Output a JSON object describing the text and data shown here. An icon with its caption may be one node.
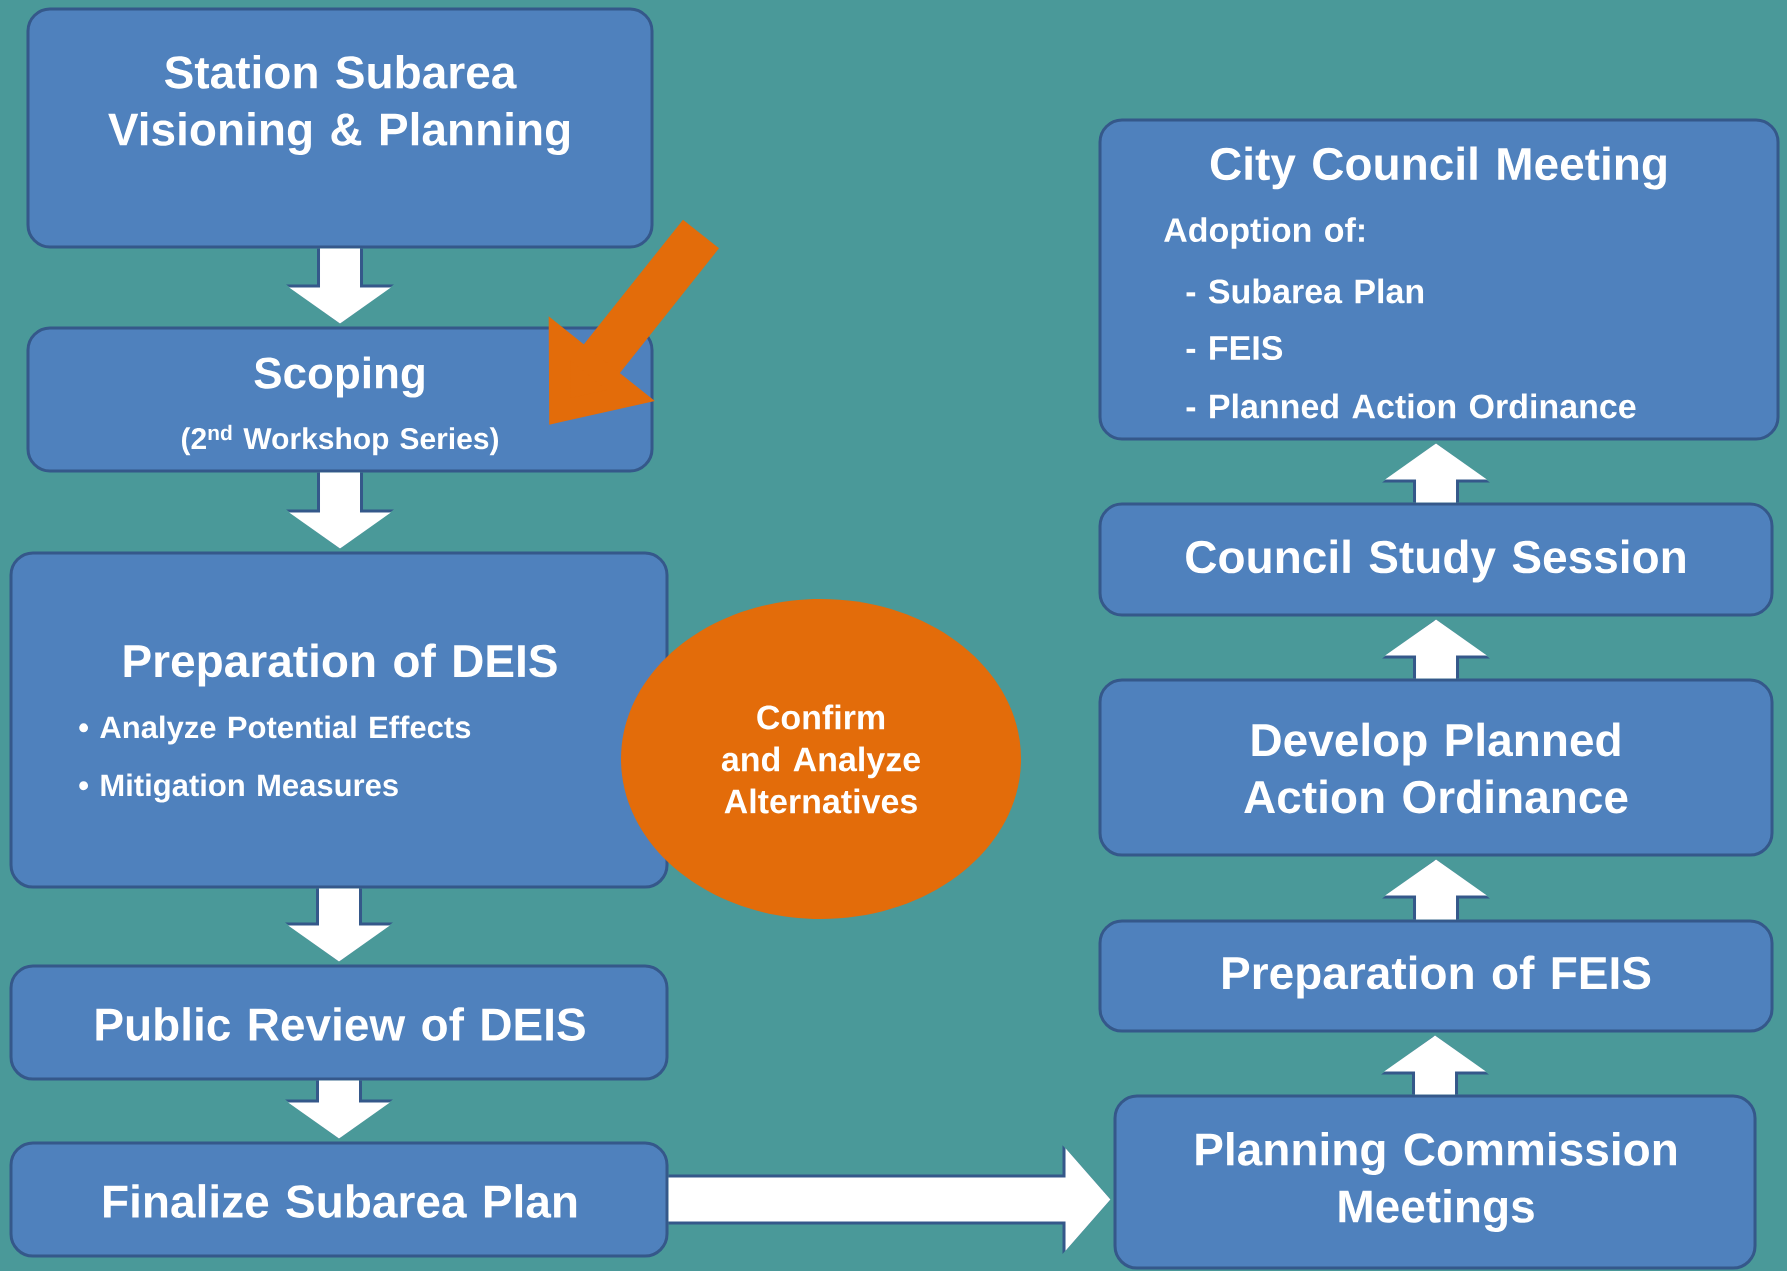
{
  "diagram": {
    "nodes": [
      {
        "text": [
          "Station Subarea Visioning & Planning"
        ]
      },
      {
        "text": [
          "Scoping",
          "(2$^{nd}$ Workshop Series)"
        ]
      },
      {
        "text": [
          "Preparation of DEIS",
          "• Analyze Potential Effects",
          "• Mitigation Measures"
        ]
      },
      {
        "text": [
          "Confirm and Analyze Alternatives"
        ]
      },
      {
        "text": [
          "Public Review of DEIS"
        ]
      },
      {
        "text": [
          "Finalize Subarea Plan"
        ]
      },
      {
        "text": [
          "Planning Commission Meetings"
        ]
      },
      {
        "text": [
          "Preparation of FEIS"
        ]
      },
      {
        "text": [
          "Develop Planned Action Ordinance"
        ]
      },
      {
        "text": [
          "Council Study Session"
        ]
      },
      {
        "text": [
          "City Council Meeting",
          "Adoption of:",
          "- Subarea Plan",
          "- FEIS",
          "- Planned Action Ordinance"
        ]
      }
    ],
    "edges": [
      {
        "from": 0,
        "to": 1,
        "arrow": "to"
      },
      {
        "from": 1,
        "to": 2,
        "arrow": "to"
      },
      {
        "from": 2,
        "to": 4,
        "arrow": "to"
      },
      {
        "from": 4,
        "to": 5,
        "arrow": "to"
      },
      {
        "from": 5,
        "to": 6,
        "arrow": "to"
      },
      {
        "from": 6,
        "to": 7,
        "arrow": "to"
      },
      {
        "from": 7,
        "to": 8,
        "arrow": "to"
      },
      {
        "from": 8,
        "to": 9,
        "arrow": "to"
      },
      {
        "from": 9,
        "to": 10,
        "arrow": "to"
      },
      {
        "from": null,
        "to": 1,
        "arrow": "to",
        "color": "#e36c0a"
      }
    ]
  }
}
